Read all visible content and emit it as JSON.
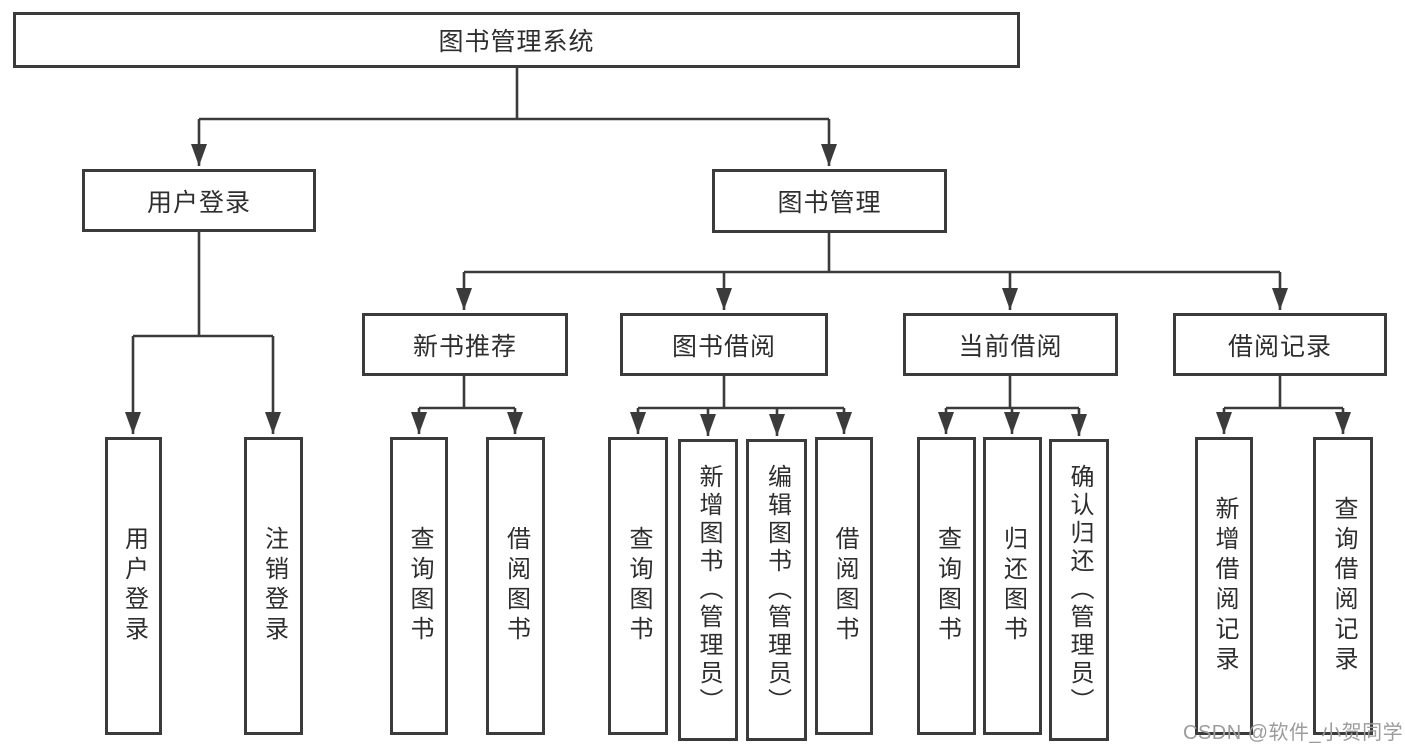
{
  "colors": {
    "line": "#3b3b3b",
    "text": "#2e2e2e",
    "background": "#ffffff",
    "watermark": "#9c9c9c"
  },
  "watermark": "CSDN @软件_小贺同学",
  "tree": {
    "root": {
      "label": "图书管理系统",
      "children": [
        {
          "label": "用户登录",
          "children": [
            {
              "label": "用户登录"
            },
            {
              "label": "注销登录"
            }
          ]
        },
        {
          "label": "图书管理",
          "children": [
            {
              "label": "新书推荐",
              "children": [
                {
                  "label": "查询图书"
                },
                {
                  "label": "借阅图书"
                }
              ]
            },
            {
              "label": "图书借阅",
              "children": [
                {
                  "label": "查询图书"
                },
                {
                  "label": "新增图书（管理员）"
                },
                {
                  "label": "编辑图书（管理员）"
                },
                {
                  "label": "借阅图书"
                }
              ]
            },
            {
              "label": "当前借阅",
              "children": [
                {
                  "label": "查询图书"
                },
                {
                  "label": "归还图书"
                },
                {
                  "label": "确认归还（管理员）"
                }
              ]
            },
            {
              "label": "借阅记录",
              "children": [
                {
                  "label": "新增借阅记录"
                },
                {
                  "label": "查询借阅记录"
                }
              ]
            }
          ]
        }
      ]
    }
  }
}
